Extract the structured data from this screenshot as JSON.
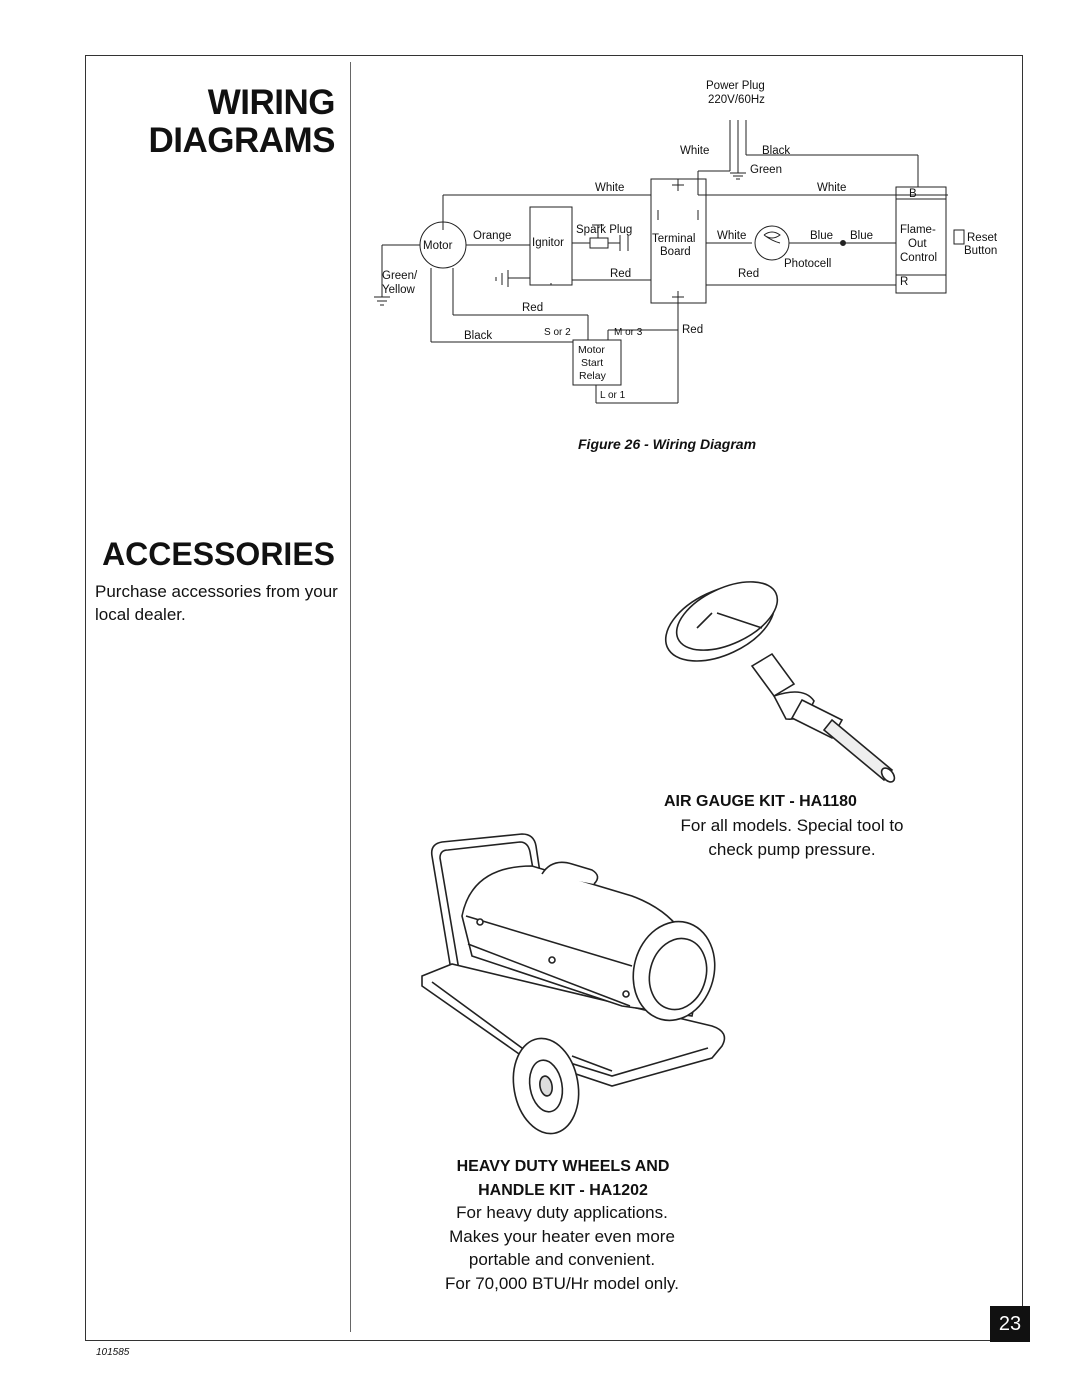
{
  "header": {
    "title_line1": "WIRING",
    "title_line2": "DIAGRAMS"
  },
  "wiring_diagram": {
    "labels": {
      "power_plug": "Power Plug",
      "voltage": "220V/60Hz",
      "white_top": "White",
      "black_top": "Black",
      "green_top": "Green",
      "white_left": "White",
      "white_right": "White",
      "b_terminal": "B",
      "motor": "Motor",
      "orange": "Orange",
      "ignitor": "Ignitor",
      "spark_plug": "Spark Plug",
      "terminal": "Terminal",
      "board": "Board",
      "white_mid": "White",
      "blue1": "Blue",
      "blue2": "Blue",
      "flame_out_1": "Flame-",
      "flame_out_2": "Out",
      "flame_out_3": "Control",
      "reset_1": "Reset",
      "reset_2": "Button",
      "green_yellow_1": "Green/",
      "green_yellow_2": "Yellow",
      "red_ign": "Red",
      "red_photo": "Red",
      "photocell": "Photocell",
      "r_terminal": "R",
      "red_low": "Red",
      "black_low": "Black",
      "s_or_2": "S or 2",
      "m_or_3": "M or 3",
      "red_right": "Red",
      "relay_1": "Motor",
      "relay_2": "Start",
      "relay_3": "Relay",
      "l_or_1": "L or 1"
    },
    "caption": "Figure 26 - Wiring Diagram"
  },
  "accessories": {
    "heading": "ACCESSORIES",
    "description": "Purchase accessories from your local dealer."
  },
  "kits": [
    {
      "title": "AIR GAUGE KIT - HA1180",
      "desc_line1": "For all models. Special tool to",
      "desc_line2": "check pump pressure."
    },
    {
      "title_line1": "HEAVY DUTY WHEELS AND",
      "title_line2": "HANDLE KIT - HA1202",
      "desc_line1": "For heavy duty applications.",
      "desc_line2": "Makes your heater even more",
      "desc_line3": "portable and convenient.",
      "desc_line4": "For 70,000 BTU/Hr model only."
    }
  ],
  "footer": {
    "page_number": "23",
    "doc_number": "101585"
  }
}
